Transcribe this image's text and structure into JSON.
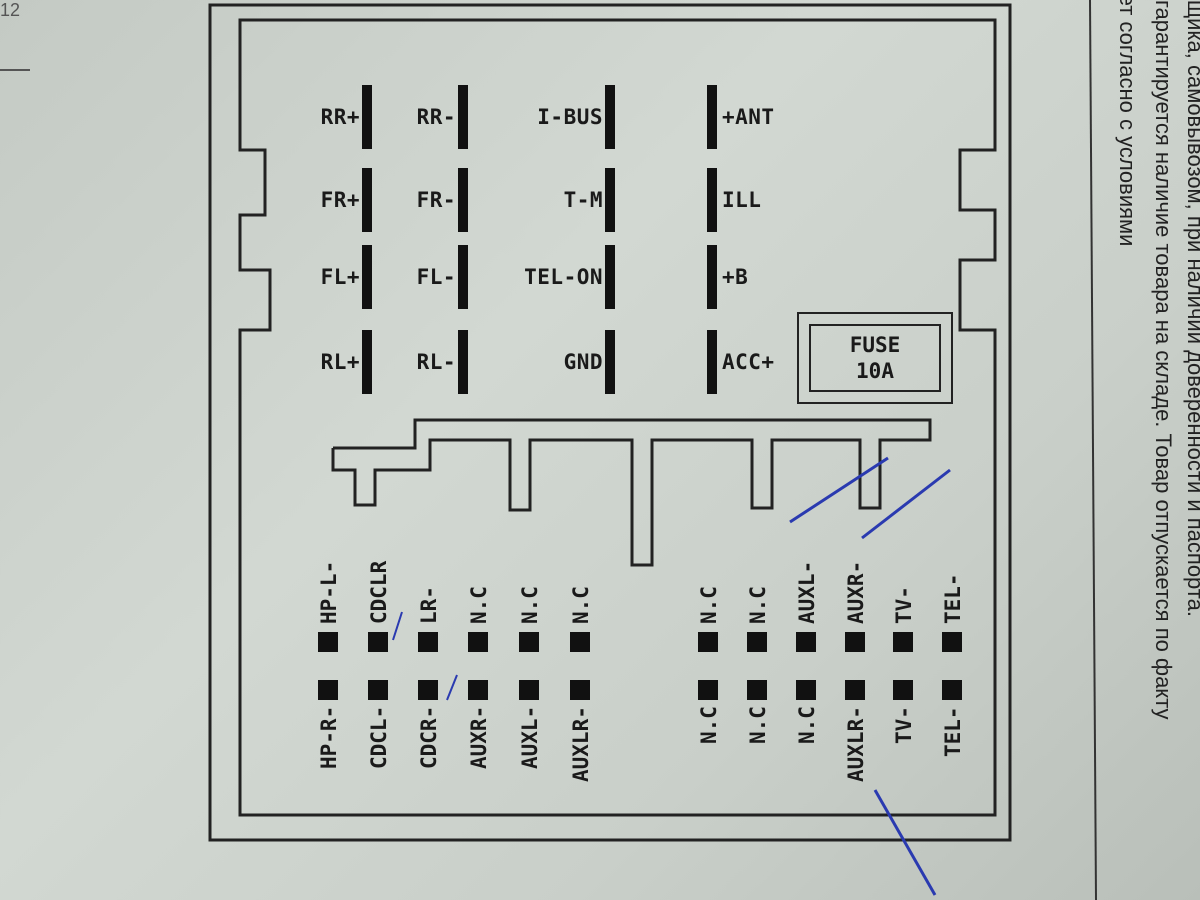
{
  "corner_mark": "12",
  "top_pins": [
    {
      "label": "RR+",
      "side": "left"
    },
    {
      "label": "RR-",
      "side": "left"
    },
    {
      "label": "I-BUS",
      "side": "left"
    },
    {
      "label": "+ANT",
      "side": "right"
    },
    {
      "label": "FR+",
      "side": "left"
    },
    {
      "label": "FR-",
      "side": "left"
    },
    {
      "label": "T-M",
      "side": "left"
    },
    {
      "label": "ILL",
      "side": "right"
    },
    {
      "label": "FL+",
      "side": "left"
    },
    {
      "label": "FL-",
      "side": "left"
    },
    {
      "label": "TEL-ON",
      "side": "left"
    },
    {
      "label": "+B",
      "side": "right"
    },
    {
      "label": "RL+",
      "side": "left"
    },
    {
      "label": "RL-",
      "side": "left"
    },
    {
      "label": "GND",
      "side": "left"
    },
    {
      "label": "ACC+",
      "side": "right"
    }
  ],
  "fuse": {
    "line1": "FUSE",
    "line2": "10A"
  },
  "bottom_upper_row": [
    "HP-L-",
    "CDCLR",
    "LR-",
    "N.C",
    "N.C",
    "N.C",
    "N.C",
    "N.C",
    "AUXL-",
    "AUXR-",
    "TV-",
    "TEL-"
  ],
  "bottom_lower_row": [
    "HP-R-",
    "CDCL-",
    "CDCR-",
    "AUXR-",
    "AUXL-",
    "AUXLR-",
    "N.C",
    "N.C",
    "N.C",
    "AUXLR-",
    "TV-",
    "TEL-"
  ],
  "side_text": [
    "чает согласно с условиями",
    "гарантируется наличие товара на складе. Товар отпускается по факту",
    "щика, самовывозом, при наличии доверенности и паспорта."
  ]
}
